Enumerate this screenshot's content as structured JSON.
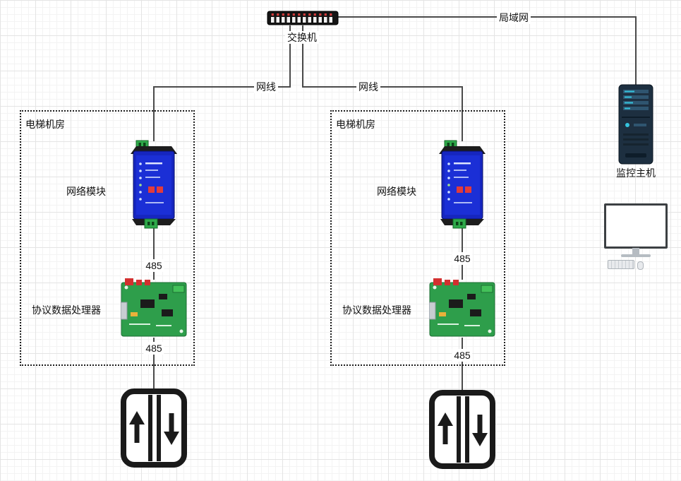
{
  "diagram": {
    "switch": {
      "label": "交换机"
    },
    "lan_link_label": "局域网",
    "host": {
      "label": "监控主机"
    },
    "rooms": [
      {
        "title": "电梯机房",
        "cable_label": "网线",
        "module_label": "网络模块",
        "bus_upper_label": "485",
        "processor_label": "协议数据处理器",
        "bus_lower_label": "485"
      },
      {
        "title": "电梯机房",
        "cable_label": "网线",
        "module_label": "网络模块",
        "bus_upper_label": "485",
        "processor_label": "协议数据处理器",
        "bus_lower_label": "485"
      }
    ],
    "icons": {
      "switch": "network-switch-icon",
      "network_module": "network-module-photo",
      "processor": "pcb-board-photo",
      "server": "server-tower-icon",
      "monitor": "desktop-monitor-icon",
      "elevator": "elevator-icon"
    },
    "colors": {
      "connector_line": "#4a4a4a",
      "module_blue": "#1b2fd6",
      "pcb_green": "#2e9e4b",
      "terminal_green": "#2faa4a",
      "server_navy": "#1d2f40",
      "server_teal": "#35c3dd",
      "accent_red": "#d32f2f",
      "elevator_black": "#1a1a1a"
    }
  }
}
